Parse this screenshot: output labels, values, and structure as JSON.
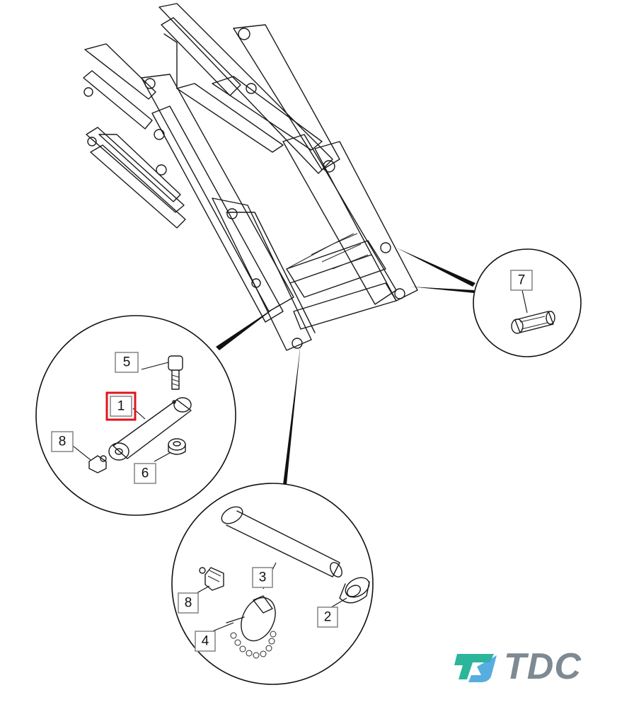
{
  "callouts": [
    {
      "id": "c1",
      "label": "1",
      "highlighted": true
    },
    {
      "id": "c2",
      "label": "2"
    },
    {
      "id": "c3",
      "label": "3"
    },
    {
      "id": "c4",
      "label": "4"
    },
    {
      "id": "c5",
      "label": "5"
    },
    {
      "id": "c6",
      "label": "6"
    },
    {
      "id": "c7",
      "label": "7"
    },
    {
      "id": "c8a",
      "label": "8"
    },
    {
      "id": "c8b",
      "label": "8"
    }
  ],
  "logo": {
    "text": "TDC",
    "mark": "tdc-logo-mark"
  },
  "colors": {
    "highlight": "#e0141e",
    "logo_gray": "#7d8a93",
    "logo_teal": "#2bb59a",
    "logo_blue": "#3aa0d8"
  }
}
